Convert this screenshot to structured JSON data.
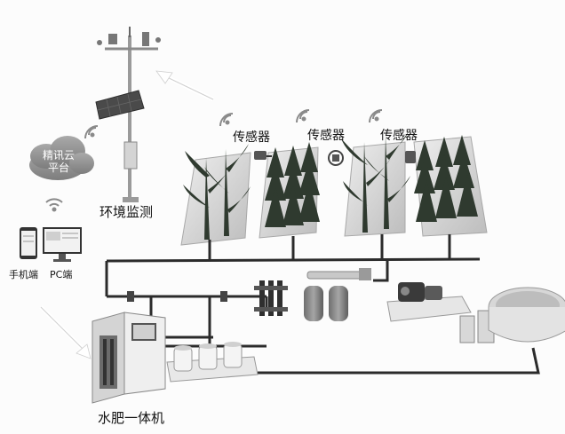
{
  "labels": {
    "sensor_1": "传感器",
    "sensor_2": "传感器",
    "sensor_3": "传感器",
    "environment_monitoring": "环境监测",
    "cloud_platform_line1": "精讯云",
    "cloud_platform_line2": "平台",
    "mobile_terminal": "手机端",
    "pc_terminal": "PC端",
    "fertigation_machine": "水肥一体机"
  },
  "colors": {
    "pipe": "#2b2b2b",
    "cloud": "#8e8e8e",
    "arrow": "#ffffff",
    "plant_dark": "#2f3a2f",
    "planter": "#d9d9d9"
  },
  "icons": {
    "wifi": "wifi-icon",
    "weather_station": "weather-station-icon",
    "solar_panel": "solar-panel-icon",
    "cloud": "cloud-icon",
    "phone": "phone-icon",
    "monitor": "monitor-icon",
    "pump": "pump-icon",
    "filter": "filter-icon",
    "tank": "tank-icon",
    "pool": "pool-icon"
  }
}
